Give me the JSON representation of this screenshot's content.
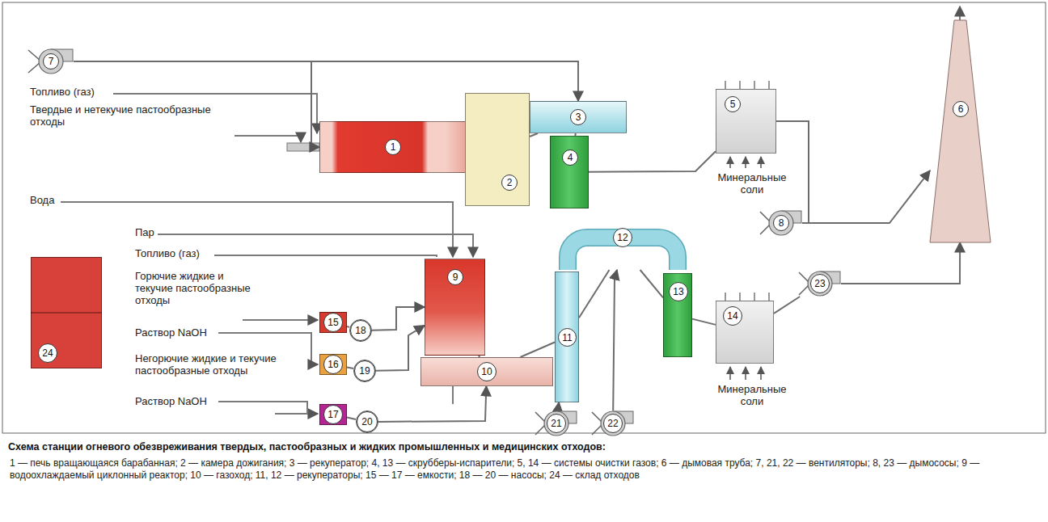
{
  "diagram": {
    "caption": "Схема станции огневого обезвреживания твердых, пастообразных и жидких промышленных и медицинских отходов:",
    "nodes": [
      {
        "text": [
          "1"
        ]
      },
      {
        "text": [
          "2"
        ]
      },
      {
        "text": [
          "3"
        ]
      },
      {
        "text": [
          "4"
        ]
      },
      {
        "text": [
          "5"
        ]
      },
      {
        "text": [
          "6"
        ]
      },
      {
        "text": [
          "7"
        ]
      },
      {
        "text": [
          "8"
        ]
      },
      {
        "text": [
          "9"
        ]
      },
      {
        "text": [
          "10"
        ]
      },
      {
        "text": [
          "11"
        ]
      },
      {
        "text": [
          "12"
        ]
      },
      {
        "text": [
          "13"
        ]
      },
      {
        "text": [
          "14"
        ]
      },
      {
        "text": [
          "15"
        ]
      },
      {
        "text": [
          "16"
        ]
      },
      {
        "text": [
          "17"
        ]
      },
      {
        "text": [
          "18"
        ]
      },
      {
        "text": [
          "19"
        ]
      },
      {
        "text": [
          "20"
        ]
      },
      {
        "text": [
          "21"
        ]
      },
      {
        "text": [
          "22"
        ]
      },
      {
        "text": [
          "23"
        ]
      },
      {
        "text": [
          "24"
        ]
      }
    ],
    "edges": [
      {
        "from": 6,
        "to": 0,
        "arrow": "to"
      },
      {
        "from": 6,
        "to": 2,
        "arrow": "to"
      },
      {
        "from": 0,
        "to": 1,
        "arrow": "none"
      },
      {
        "from": 1,
        "to": 2,
        "arrow": "none"
      },
      {
        "from": 2,
        "to": 3,
        "arrow": "none"
      },
      {
        "from": 3,
        "to": 4,
        "arrow": "none"
      },
      {
        "from": 4,
        "to": 7,
        "arrow": "none"
      },
      {
        "from": 7,
        "to": 5,
        "arrow": "to"
      },
      {
        "from": 14,
        "to": 17,
        "arrow": "none"
      },
      {
        "from": 17,
        "to": 8,
        "arrow": "to"
      },
      {
        "from": 15,
        "to": 18,
        "arrow": "none"
      },
      {
        "from": 18,
        "to": 8,
        "arrow": "to"
      },
      {
        "from": 16,
        "to": 19,
        "arrow": "none"
      },
      {
        "from": 19,
        "to": 9,
        "arrow": "to"
      },
      {
        "from": 8,
        "to": 9,
        "arrow": "none"
      },
      {
        "from": 9,
        "to": 10,
        "arrow": "none"
      },
      {
        "from": 10,
        "to": 11,
        "arrow": "none"
      },
      {
        "from": 11,
        "to": 12,
        "arrow": "none"
      },
      {
        "from": 12,
        "to": 13,
        "arrow": "none"
      },
      {
        "from": 13,
        "to": 22,
        "arrow": "none"
      },
      {
        "from": 22,
        "to": 5,
        "arrow": "to"
      },
      {
        "from": 20,
        "to": 10,
        "arrow": "to"
      },
      {
        "from": 21,
        "to": 11,
        "arrow": "to"
      }
    ],
    "labels": [
      "Топливо (газ)",
      "Твердые и нетекучие пастообразные отходы",
      "Вода",
      "Пар",
      "Топливо (газ)",
      "Горючие жидкие и текучие пастообразные отходы",
      "Раствор NaOH",
      "Негорючие жидкие и текучие пастообразные отходы",
      "Раствор NaOH",
      "Минеральные соли",
      "Минеральные соли",
      "1 — печь вращающаяся барабанная; 2 — камера дожигания; 3 — рекуператор; 4, 13 — скрубберы-испарители; 5, 14 — системы очистки газов; 6 — дымовая труба; 7, 21, 22 — вентиляторы; 8, 23 — дымососы; 9 — водоохлаждаемый циклонный реактор; 10 — газоход; 11, 12 — рекуператоры; 15 — 17 — емкости; 18 — 20 — насосы; 24 — склад отходов"
    ]
  }
}
